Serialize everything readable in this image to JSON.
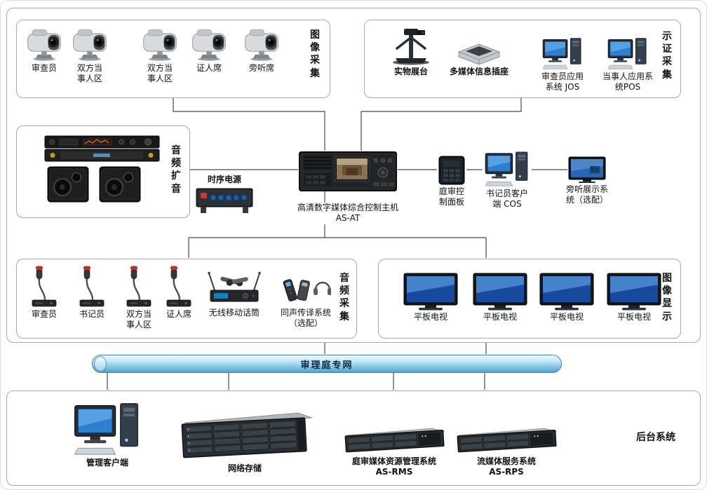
{
  "image_capture": {
    "section_label": "图像采集",
    "items": [
      "审查员",
      "双方当\n事人区",
      "双方当\n事人区",
      "证人席",
      "旁听席"
    ]
  },
  "evidence_capture": {
    "section_label": "示证采集",
    "items": [
      "实物展台",
      "多媒体信息插座",
      "审查员应用\n系统 JOS",
      "当事人应用系\n统POS"
    ]
  },
  "audio_amp": {
    "section_label": "音频扩音"
  },
  "power_sequencer": {
    "label": "时序电源"
  },
  "main_host": {
    "label": "高清数字媒体综合控制主机\nAS-AT"
  },
  "control_panel": {
    "label": "庭审控\n制面板"
  },
  "clerk_client": {
    "label": "书记员客户\n端 COS"
  },
  "audience_display": {
    "label": "旁听展示系\n统（选配）"
  },
  "audio_capture": {
    "section_label": "音频采集",
    "items": [
      "审查员",
      "书记员",
      "双方当\n事人区",
      "证人席",
      "无线移动话筒",
      "同声传译系统\n（选配）"
    ]
  },
  "image_display": {
    "section_label": "图像显示",
    "items": [
      "平板电视",
      "平板电视",
      "平板电视",
      "平板电视"
    ]
  },
  "network": {
    "label": "审理庭专网"
  },
  "backend": {
    "section_label": "后台系统",
    "items": [
      "管理客户端",
      "网络存储",
      "庭审媒体资源管理系统\nAS-RMS",
      "流媒体服务系统\nAS-RPS"
    ]
  },
  "colors": {
    "network_blue": "#7cc0e2",
    "screen_blue": "#2f7fd0",
    "tv_blue": "#1e5fae",
    "box_border": "#a4abb1",
    "wire": "#4a4a4a"
  }
}
